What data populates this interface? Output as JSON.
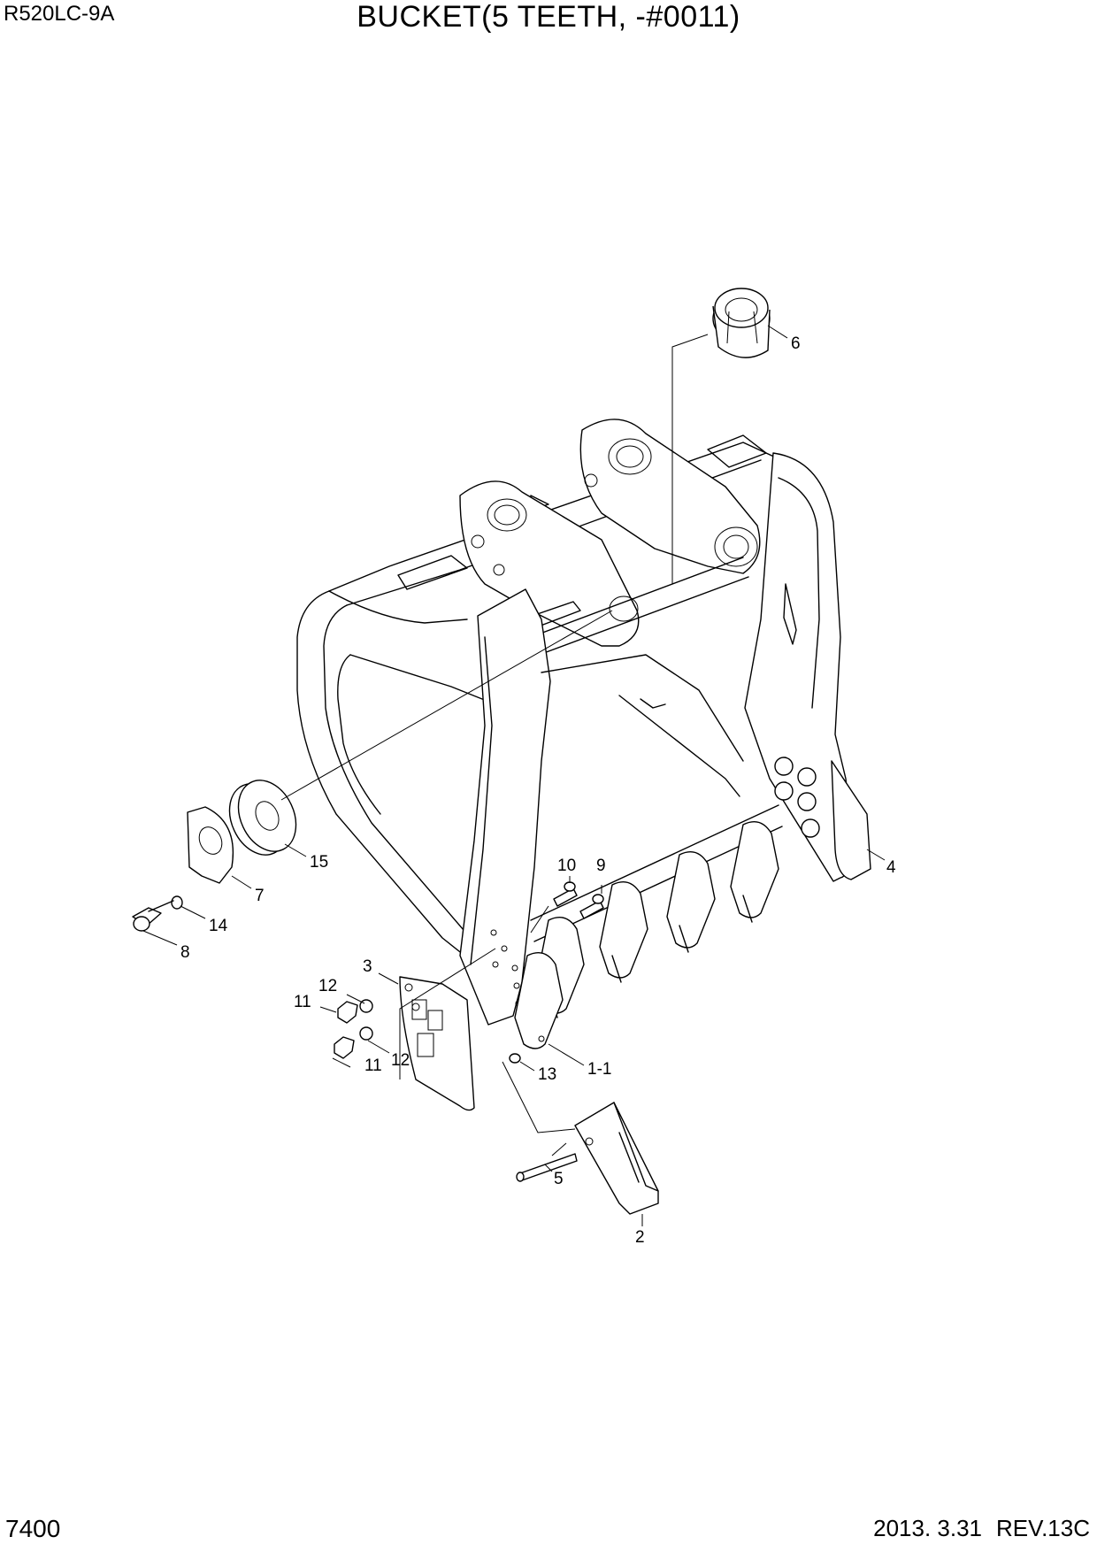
{
  "header": {
    "model": "R520LC-9A",
    "title": "BUCKET(5 TEETH, -#0011)"
  },
  "footer": {
    "page_number": "7400",
    "date": "2013. 3.31",
    "revision": "REV.13C"
  },
  "callouts": [
    {
      "id": "c6",
      "text": "6"
    },
    {
      "id": "c4",
      "text": "4"
    },
    {
      "id": "c15",
      "text": "15"
    },
    {
      "id": "c7",
      "text": "7"
    },
    {
      "id": "c14",
      "text": "14"
    },
    {
      "id": "c8",
      "text": "8"
    },
    {
      "id": "c10",
      "text": "10"
    },
    {
      "id": "c9",
      "text": "9"
    },
    {
      "id": "c3",
      "text": "3"
    },
    {
      "id": "c12a",
      "text": "12"
    },
    {
      "id": "c11a",
      "text": "11"
    },
    {
      "id": "c12b",
      "text": "12"
    },
    {
      "id": "c11b",
      "text": "11"
    },
    {
      "id": "c13",
      "text": "13"
    },
    {
      "id": "c1-1",
      "text": "1-1"
    },
    {
      "id": "c5",
      "text": "5"
    },
    {
      "id": "c2",
      "text": "2"
    }
  ]
}
